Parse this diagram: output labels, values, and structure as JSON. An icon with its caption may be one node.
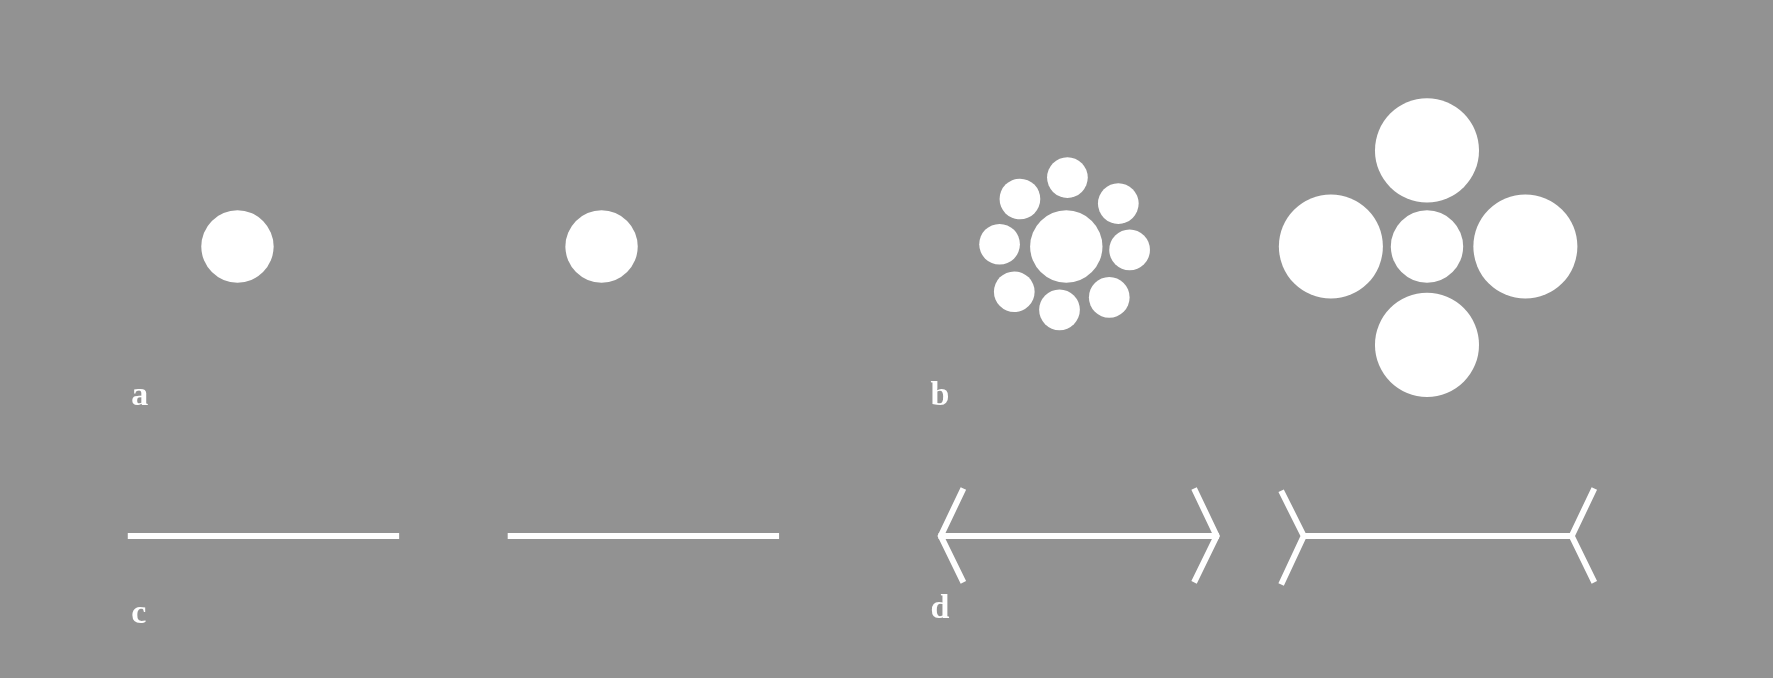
{
  "diagram": {
    "labels": [
      "a",
      "b",
      "c",
      "d"
    ]
  }
}
